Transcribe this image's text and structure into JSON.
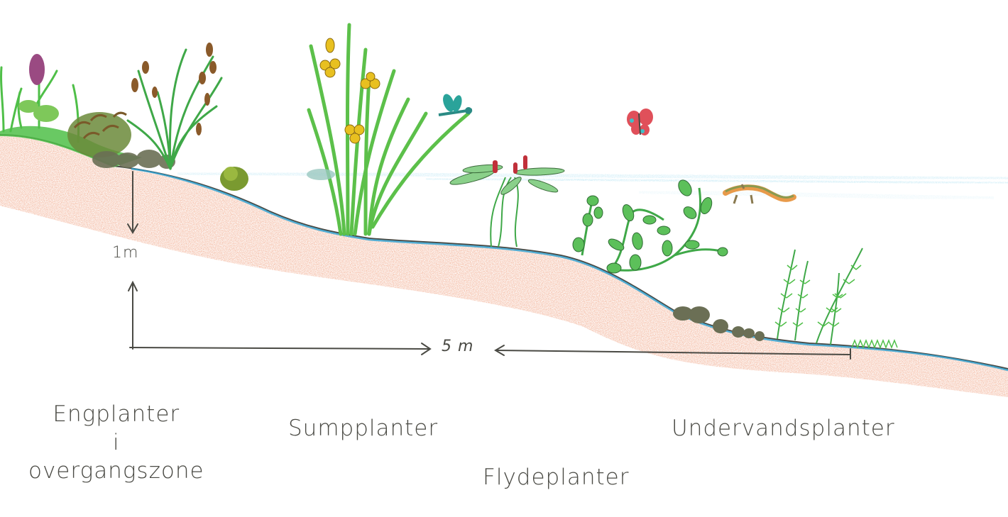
{
  "diagram": {
    "type": "lake-shore-cross-section",
    "style": "colored-pencil illustration",
    "colors": {
      "soil": "#e8825a",
      "water_line": "#7fd0ea",
      "water_edge": "#2a9fd0",
      "plant_green": "#4fbf48",
      "dark_green": "#2f7d34",
      "outline": "#4a4a44",
      "stone": "#6b6f55",
      "flower_yellow": "#e8c020",
      "flower_purple": "#9a4a82",
      "cattail_red": "#c0303a",
      "dragonfly": "#2aa39a",
      "butterfly": "#e0505a",
      "newt": "#e89a4a"
    }
  },
  "dimensions": {
    "vertical": {
      "label": "1m"
    },
    "horizontal": {
      "label": "5 m"
    }
  },
  "zones": [
    {
      "id": "eng",
      "line1": "Engplanter",
      "line2": "i",
      "line3": "overgangszone"
    },
    {
      "id": "sump",
      "label": "Sumpplanter"
    },
    {
      "id": "flyde",
      "label": "Flydeplanter"
    },
    {
      "id": "under",
      "label": "Undervandsplanter"
    }
  ],
  "fauna": [
    "dragonfly",
    "butterfly",
    "newt"
  ]
}
